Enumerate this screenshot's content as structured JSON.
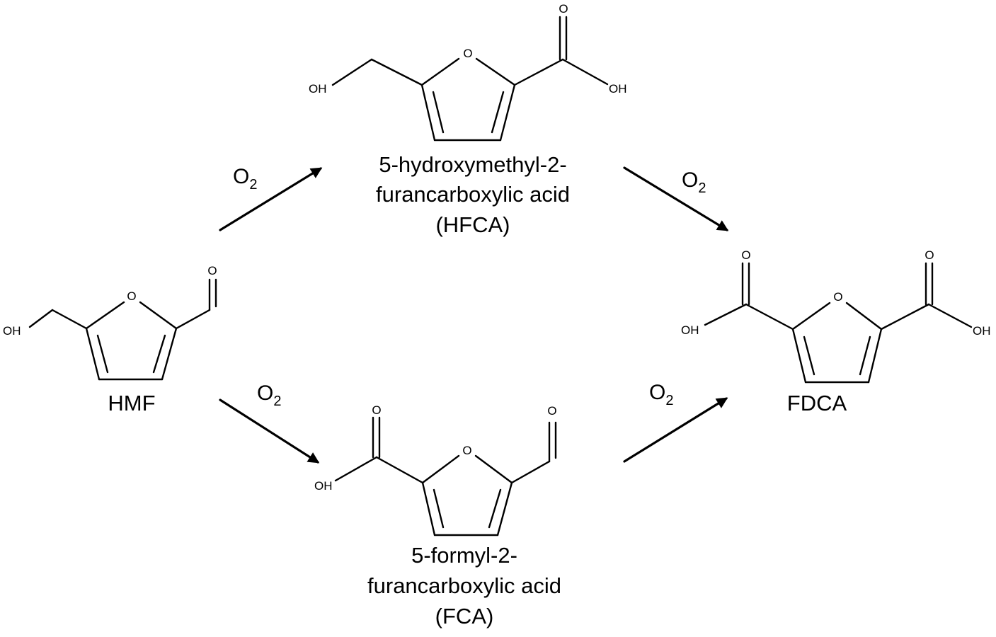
{
  "compounds": {
    "hmf": {
      "label": "HMF",
      "atoms": {
        "oh": "OH",
        "ring_o": "O",
        "carbonyl_o": "O"
      }
    },
    "hfca": {
      "name_line1": "5-hydroxymethyl-2-",
      "name_line2": "furancarboxylic acid",
      "abbr": "(HFCA)",
      "atoms": {
        "oh_left": "OH",
        "ring_o": "O",
        "carbonyl_o": "O",
        "oh_right": "OH"
      }
    },
    "fca": {
      "name_line1": "5-formyl-2-",
      "name_line2": "furancarboxylic acid",
      "abbr": "(FCA)",
      "atoms": {
        "oh_left": "OH",
        "carbonyl_o_left": "O",
        "ring_o": "O",
        "carbonyl_o_right": "O"
      }
    },
    "fdca": {
      "label": "FDCA",
      "atoms": {
        "oh_left": "OH",
        "carbonyl_o_left": "O",
        "ring_o": "O",
        "carbonyl_o_right": "O",
        "oh_right": "OH"
      }
    }
  },
  "reactions": [
    {
      "from": "HMF",
      "to": "HFCA",
      "reagent": "O",
      "reagent_sub": "2"
    },
    {
      "from": "HMF",
      "to": "FCA",
      "reagent": "O",
      "reagent_sub": "2"
    },
    {
      "from": "HFCA",
      "to": "FDCA",
      "reagent": "O",
      "reagent_sub": "2"
    },
    {
      "from": "FCA",
      "to": "FDCA",
      "reagent": "O",
      "reagent_sub": "2"
    }
  ]
}
